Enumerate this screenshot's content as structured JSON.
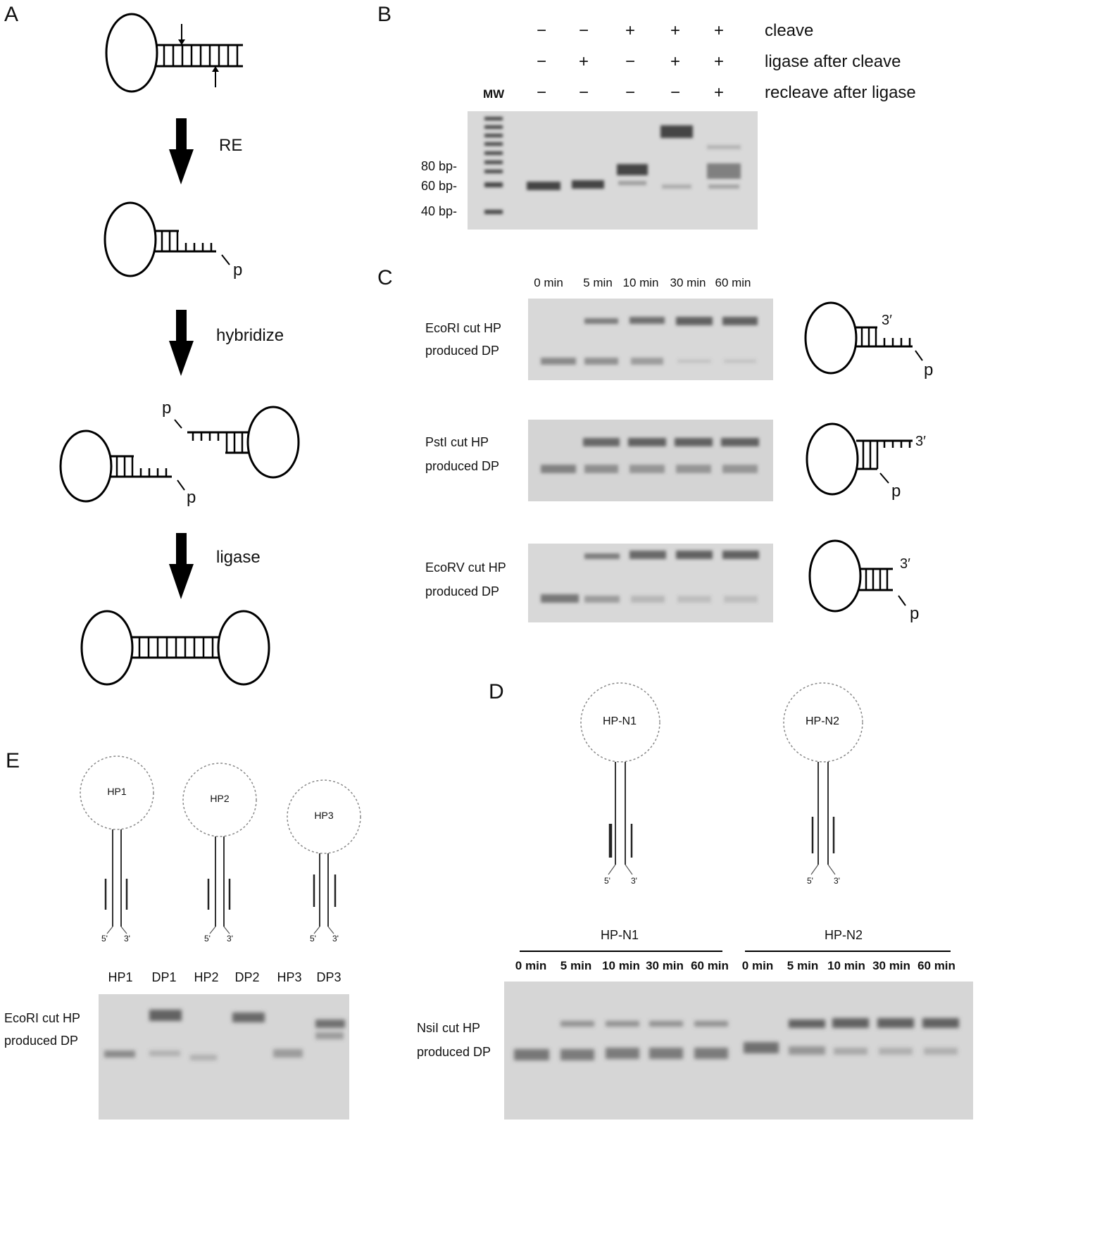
{
  "panelA": {
    "label": "A",
    "steps": [
      "RE",
      "hybridize",
      "ligase"
    ],
    "p_labels": [
      "p",
      "p",
      "p"
    ]
  },
  "panelB": {
    "label": "B",
    "rows": [
      {
        "label": "cleave",
        "signs": [
          "−",
          "−",
          "+",
          "+",
          "+"
        ]
      },
      {
        "label": "ligase after cleave",
        "signs": [
          "−",
          "+",
          "−",
          "+",
          "+"
        ]
      },
      {
        "label": "recleave after ligase",
        "signs": [
          "−",
          "−",
          "−",
          "−",
          "+"
        ]
      }
    ],
    "mw_label": "MW",
    "markers": [
      "80 bp-",
      "60 bp-",
      "40 bp-"
    ]
  },
  "panelC": {
    "label": "C",
    "times": [
      "0 min",
      "5 min",
      "10 min",
      "30 min",
      "60 min"
    ],
    "gels": [
      {
        "line1": "EcoRI cut HP",
        "line2": "produced DP"
      },
      {
        "line1": "PstI cut HP",
        "line2": "produced DP"
      },
      {
        "line1": "EcoRV cut HP",
        "line2": "produced DP"
      }
    ],
    "end_labels": [
      "3′",
      "p"
    ]
  },
  "panelD": {
    "label": "D",
    "hairpins": [
      "HP-N1",
      "HP-N2"
    ],
    "groups": [
      "HP-N1",
      "HP-N2"
    ],
    "times": [
      "0 min",
      "5 min",
      "10 min",
      "30 min",
      "60 min",
      "0 min",
      "5 min",
      "10 min",
      "30 min",
      "60 min"
    ],
    "gel_line1": "NsiI cut HP",
    "gel_line2": "produced DP",
    "end_labels": [
      "5'",
      "3'"
    ]
  },
  "panelE": {
    "label": "E",
    "hairpins": [
      "HP1",
      "HP2",
      "HP3"
    ],
    "lanes": [
      "HP1",
      "DP1",
      "HP2",
      "DP2",
      "HP3",
      "DP3"
    ],
    "gel_line1": "EcoRI cut HP",
    "gel_line2": "produced DP",
    "end_labels": [
      "5'",
      "3'"
    ]
  }
}
